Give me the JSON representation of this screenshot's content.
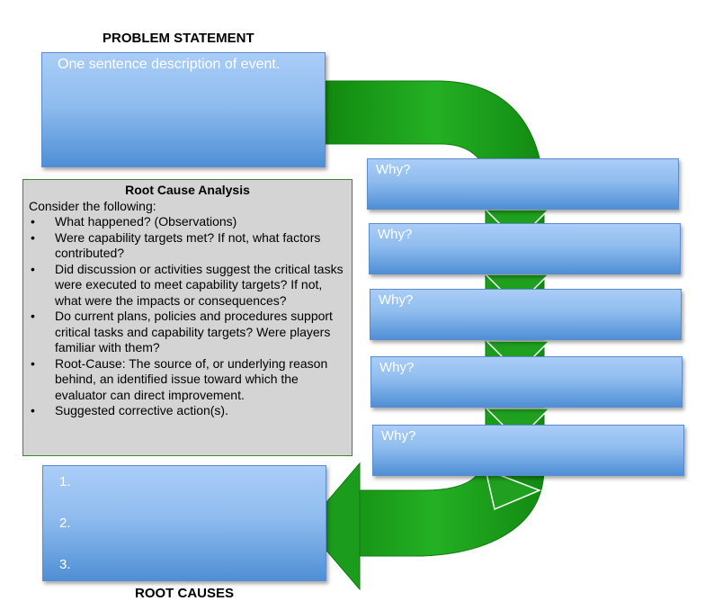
{
  "problem": {
    "heading": "PROBLEM STATEMENT",
    "text": "One sentence description of event."
  },
  "whys": [
    "Why?",
    "Why?",
    "Why?",
    "Why?",
    "Why?"
  ],
  "rca": {
    "title": "Root Cause Analysis",
    "intro": "Consider the following:",
    "bullet_glyph": "•",
    "items": [
      "What happened? (Observations)",
      "Were capability targets met?  If not, what factors contributed?",
      "Did discussion or activities suggest the critical tasks were executed to meet capability targets?  If not, what were the impacts or consequences?",
      "Do current plans, policies and procedures support critical tasks and capability targets?  Were players familiar with them?",
      "Root-Cause: The source of, or underlying reason behind, an identified issue toward which the evaluator can direct improvement.",
      "Suggested corrective action(s)."
    ]
  },
  "causes": {
    "items": [
      "1.",
      "2.",
      "3."
    ],
    "heading": "ROOT CAUSES"
  },
  "colors": {
    "arrow_green": "#1c9c1c",
    "box_blue": "#8fbcee",
    "panel_gray": "#d4d4d4"
  }
}
